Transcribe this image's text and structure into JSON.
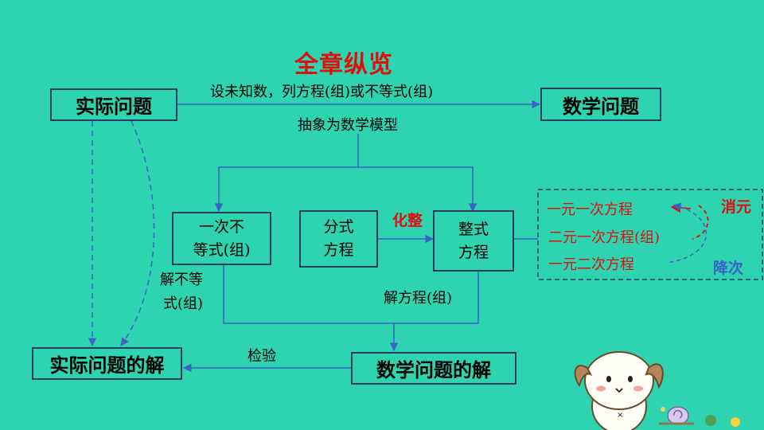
{
  "title": "全章纵览",
  "nodes": {
    "real_problem": "实际问题",
    "math_problem": "数学问题",
    "inequality_line1": "一次不",
    "inequality_line2": "等式(组)",
    "fraction_line1": "分式",
    "fraction_line2": "方程",
    "integral_line1": "整式",
    "integral_line2": "方程",
    "real_solution": "实际问题的解",
    "math_solution": "数学问题的解"
  },
  "edges": {
    "set_unknown": "设未知数，列方程(组)或不等式(组)",
    "abstract_model": "抽象为数学模型",
    "to_integral": "化整",
    "solve_equation": "解方程(组)",
    "solve_inequality_line1": "解不等",
    "solve_inequality_line2": "式(组)",
    "check": "检验"
  },
  "equation_types": [
    "一元一次方程",
    "二元一次方程(组)",
    "一元二次方程"
  ],
  "annotations": {
    "eliminate": "消元",
    "reduce_degree": "降次"
  },
  "colors": {
    "background": "#2ed3b0",
    "box_border": "#2c3c5e",
    "title_red": "#e01010",
    "arrow_blue": "#3b63c7"
  }
}
